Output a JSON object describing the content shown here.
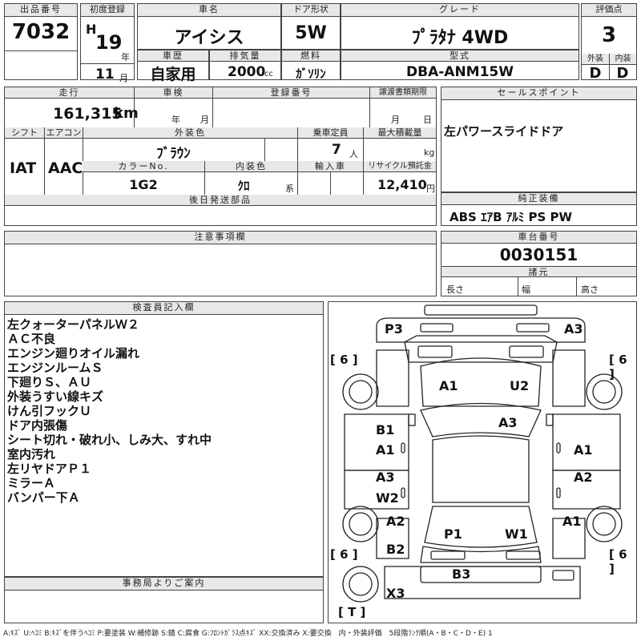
{
  "header": {
    "lot_label": "出品番号",
    "lot": "7032",
    "first_reg_label": "初度登録",
    "era": "H",
    "year": "19",
    "year_unit": "年",
    "month": "11",
    "month_unit": "月",
    "car_name_label": "車名",
    "car_name": "アイシス",
    "history_label": "車歴",
    "history": "自家用",
    "door_label": "ドア形状",
    "door": "5W",
    "displacement_label": "排気量",
    "displacement": "2000",
    "displacement_unit": "cc",
    "fuel_label": "燃料",
    "fuel": "ｶﾞｿﾘﾝ",
    "grade_label": "グレード",
    "grade": "ﾌﾟﾗﾀﾅ 4WD",
    "model_label": "型式",
    "model": "DBA-ANM15W",
    "score_label": "評価点",
    "score": "3",
    "exterior_label": "外装",
    "exterior": "D",
    "interior_label": "内装",
    "interior": "D"
  },
  "info": {
    "mileage_label": "走行",
    "mileage": "161,315",
    "mileage_unit": "km",
    "inspection_label": "車検",
    "year_unit": "年",
    "month_unit": "月",
    "day_unit": "日",
    "plate_label": "登録番号",
    "transfer_label": "譲渡書類期限",
    "shift_label": "シフト",
    "shift": "IAT",
    "ac_label": "エアコン",
    "ac": "AAC",
    "ext_color_label": "外装色",
    "ext_color": "ﾌﾞﾗｳﾝ",
    "capacity_label": "乗車定員",
    "capacity": "7",
    "capacity_unit": "人",
    "load_label": "最大積載量",
    "load_unit": "kg",
    "color_no_label": "カラーNo.",
    "color_no": "1G2",
    "int_color_label": "内装色",
    "int_color": "ｸﾛ",
    "int_color_unit": "系",
    "import_label": "輸入車",
    "recycle_label": "リサイクル預託金",
    "recycle": "12,410",
    "recycle_unit": "円",
    "later_label": "後日発送部品"
  },
  "sales": {
    "label": "セールスポイント",
    "text": "左パワースライドドア"
  },
  "equipment": {
    "label": "純正装備",
    "text": "ABS ｴｱB ｱﾙﾐ PS PW"
  },
  "chassis": {
    "label": "車台番号",
    "number": "0030151",
    "spec_label": "諸元",
    "length_label": "長さ",
    "width_label": "幅",
    "height_label": "高さ"
  },
  "caution": {
    "label": "注意事項欄"
  },
  "inspector": {
    "label": "検査員記入欄",
    "lines": [
      "左クォーターパネルＷ２",
      "ＡＣ不良",
      "エンジン廻りオイル漏れ",
      "エンジンルームＳ",
      "下廻りＳ、ＡＵ",
      "外装うすい線キズ",
      "けん引フックＵ",
      "ドア内張傷",
      "シート切れ・破れ小、しみ大、すれ中",
      "室内汚れ",
      "左リヤドアＰ１",
      "ミラーＡ",
      "バンパー下Ａ"
    ]
  },
  "office": {
    "label": "事務局よりご案内"
  },
  "diagram": {
    "tire_marks": [
      "[ 6 ]",
      "[ 6 ]",
      "[ 6 ]",
      "[ 6 ]"
    ],
    "spare_mark": "[ T ]",
    "damage": {
      "front_left": "P3",
      "front_right": "A3",
      "hood_left": "A1",
      "hood_right": "U2",
      "windshield": "A3",
      "left_front_door_1": "B1",
      "left_front_door_2": "A1",
      "left_rear_door_1": "A3",
      "left_rear_door_2": "W2",
      "left_quarter_1": "A2",
      "left_quarter_2": "B2",
      "right_front_door": "A1",
      "right_rear_door": "A2",
      "right_quarter": "A1",
      "roof_rear_left": "P1",
      "roof_rear_right": "W1",
      "rear_bumper": "B3",
      "rear_corner": "X3"
    }
  },
  "legend": "A:ｷｽﾞ U:ﾍｺﾐ B:ｷｽﾞを伴うﾍｺﾐ P:要塗装 W:補修跡 S:錆 C:腐食 G:ﾌﾛﾝﾄｶﾞﾗｽ点ｷｽﾞ XX:交換済み X:要交換　内・外装評価　5段階ﾗﾝｸ順(A・B・C・D・E) 1"
}
